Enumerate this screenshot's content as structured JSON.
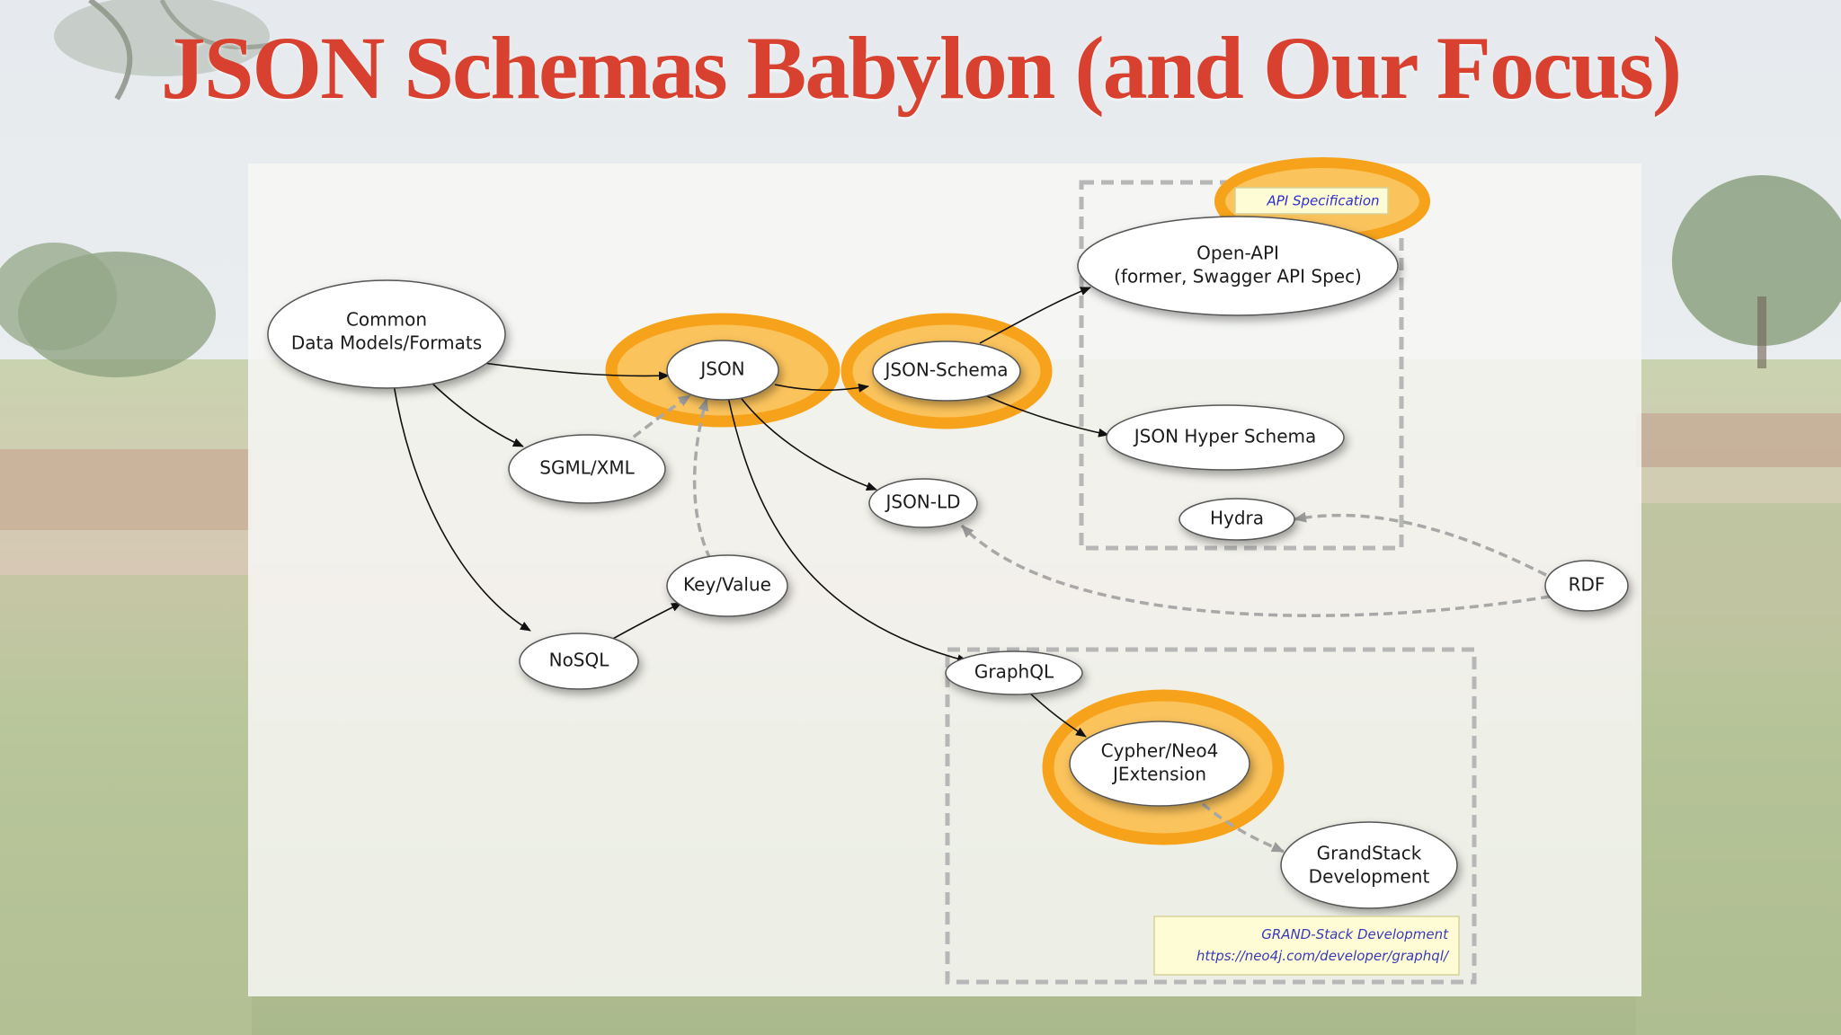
{
  "title": "JSON Schemas Babylon (and Our Focus)",
  "nodes": {
    "common": [
      "Common",
      "Data Models/Formats"
    ],
    "json": "JSON",
    "json_schema": "JSON-Schema",
    "open_api": [
      "Open-API",
      "(former, Swagger API Spec)"
    ],
    "json_hyper_schema": "JSON Hyper Schema",
    "sgml_xml": "SGML/XML",
    "json_ld": "JSON-LD",
    "hydra": "Hydra",
    "key_value": "Key/Value",
    "rdf": "RDF",
    "nosql": "NoSQL",
    "graphql": "GraphQL",
    "cypher": [
      "Cypher/Neo4",
      "JExtension"
    ],
    "grandstack": [
      "GrandStack",
      "Development"
    ]
  },
  "notes": {
    "api_specification": "API Specification",
    "grand_stack": [
      "GRAND-Stack Development",
      "https://neo4j.com/developer/graphql/"
    ]
  },
  "colors": {
    "title": "#d8412f",
    "focus_ring": "#f7a21b",
    "focus_fill": "#fbc35c",
    "edge": "#111111",
    "dashed": "#b0b0b0"
  }
}
